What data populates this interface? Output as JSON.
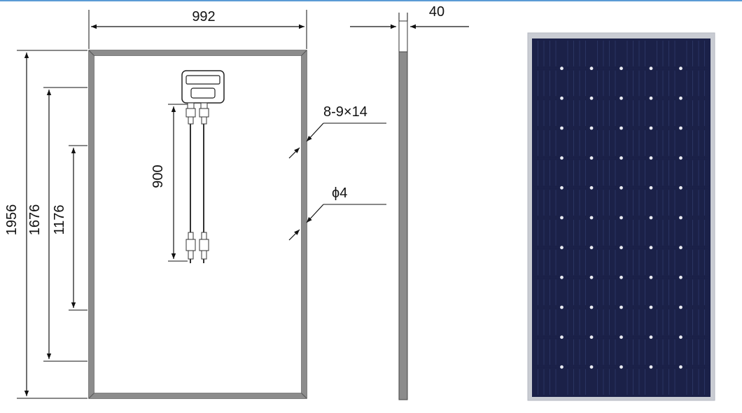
{
  "dimensions": {
    "width": "992",
    "height": "1956",
    "mounting_pitch_outer": "1676",
    "mounting_pitch_inner": "1176",
    "cable_length": "900",
    "thickness": "40",
    "mounting_hole": "8-9×14",
    "ground_hole": "ϕ4"
  },
  "colors": {
    "frame": "#555555",
    "frame_fill": "#8c8c8c",
    "panel_frame": "#c9ccd3",
    "cell": "#1b2148",
    "cell_line": "#2f3a6a",
    "grid": "#e9ebf2",
    "accent_rule": "#5b9bd5"
  },
  "solar_panel": {
    "columns": 6,
    "rows": 12
  }
}
